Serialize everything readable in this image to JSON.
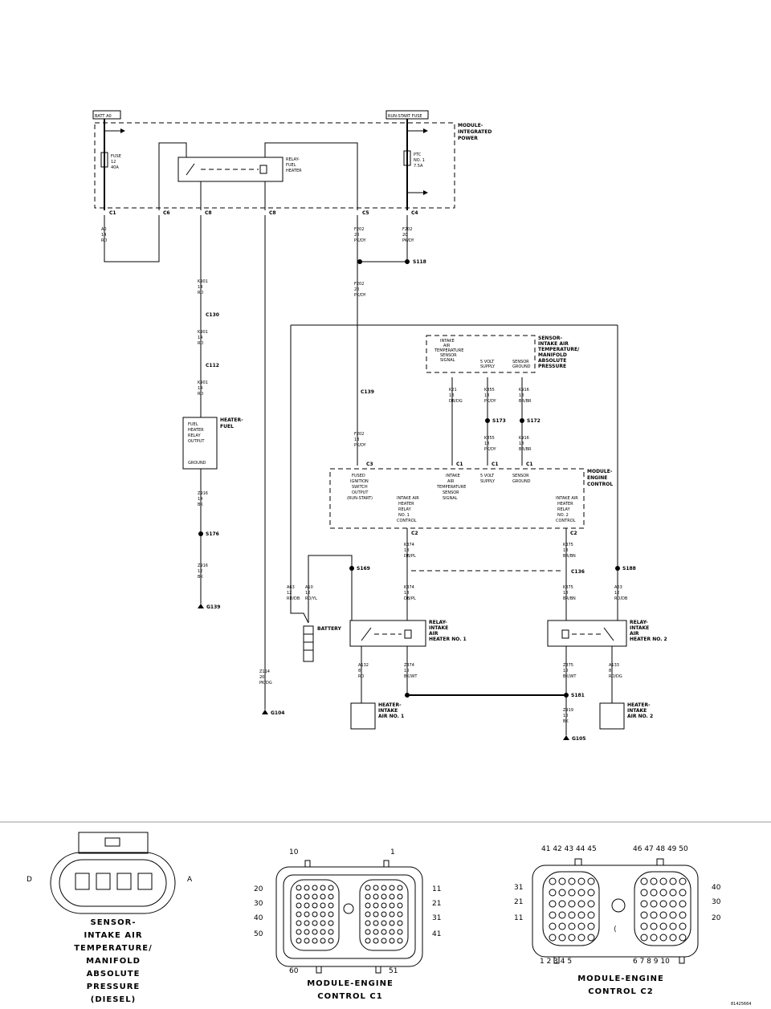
{
  "fuses": {
    "batt_a0": "BATT A0",
    "run_start": "RUN-START FUSE",
    "fuse12": [
      "FUSE",
      "12",
      "40A"
    ],
    "ptc1": [
      "PTC",
      "NO. 1",
      "7.5A"
    ]
  },
  "modules": {
    "integrated_power": [
      "MODULE-",
      "INTEGRATED",
      "POWER"
    ],
    "relay_fuel_heater": [
      "RELAY-",
      "FUEL",
      "HEATER"
    ],
    "heater_fuel": [
      "HEATER-",
      "FUEL"
    ],
    "heater_fuel_box": [
      "FUEL",
      "HEATER",
      "RELAY",
      "OUTPUT",
      "",
      "GROUND"
    ],
    "sensor_iat": [
      "SENSOR-",
      "INTAKE AIR",
      "TEMPERATURE/",
      "MANIFOLD",
      "ABSOLUTE",
      "PRESSURE"
    ],
    "sensor_box": [
      "INTAKE",
      "AIR",
      "TEMPERATURE",
      "SENSOR",
      "SIGNAL"
    ],
    "sensor_box2": [
      "5 VOLT",
      "SUPPLY"
    ],
    "sensor_box3": [
      "SENSOR",
      "GROUND"
    ],
    "module_engine_control": [
      "MODULE-",
      "ENGINE",
      "CONTROL"
    ],
    "ecm_fused": [
      "FUSED",
      "IGNITION",
      "SWITCH",
      "OUTPUT",
      "(RUN-START)"
    ],
    "ecm_iat": [
      "INTAKE",
      "AIR",
      "TEMPERATURE",
      "SENSOR",
      "SIGNAL"
    ],
    "ecm_5v": [
      "5 VOLT",
      "SUPPLY"
    ],
    "ecm_gnd": [
      "SENSOR",
      "GROUND"
    ],
    "ecm_relay1": [
      "INTAKE AIR",
      "HEATER",
      "RELAY",
      "NO. 1",
      "CONTROL"
    ],
    "ecm_relay2": [
      "INTAKE AIR",
      "HEATER",
      "RELAY",
      "NO. 2",
      "CONTROL"
    ],
    "battery": "BATTERY",
    "relay_iah1": [
      "RELAY-",
      "INTAKE",
      "AIR",
      "HEATER NO. 1"
    ],
    "relay_iah2": [
      "RELAY-",
      "INTAKE",
      "AIR",
      "HEATER NO. 2"
    ],
    "heater_iah1": [
      "HEATER-",
      "INTAKE",
      "AIR NO. 1"
    ],
    "heater_iah2": [
      "HEATER-",
      "INTAKE",
      "AIR NO. 2"
    ]
  },
  "connectors": {
    "c1": "C1",
    "c6": "C6",
    "c8": "C8",
    "c5": "C5",
    "c4": "C4",
    "c3": "C3",
    "c130": "C130",
    "c112": "C112",
    "c139": "C139",
    "c136": "C136",
    "s118": "S118",
    "s176": "S176",
    "s173": "S173",
    "s172": "S172",
    "s169": "S169",
    "s188": "S188",
    "s181": "S181",
    "g139": "G139",
    "g104": "G104",
    "g105": "G105"
  },
  "wires": {
    "a0": [
      "A0",
      "14",
      "RD"
    ],
    "f202a": [
      "F202",
      "20",
      "PK/DY"
    ],
    "f202b": [
      "F202",
      "20",
      "PK/DY"
    ],
    "f202c": [
      "F202",
      "20",
      "PK/DY"
    ],
    "f202d": [
      "F202",
      "18",
      "PK/DY"
    ],
    "k901a": [
      "K901",
      "14",
      "RD"
    ],
    "k901b": [
      "K901",
      "14",
      "RD"
    ],
    "k901c": [
      "K901",
      "14",
      "RD"
    ],
    "z916a": [
      "Z916",
      "14",
      "BK"
    ],
    "z916b": [
      "Z916",
      "12",
      "BK"
    ],
    "k21": [
      "K21",
      "18",
      "DB/DG"
    ],
    "k855": [
      "K855",
      "18",
      "PK/DY"
    ],
    "k855b": [
      "K855",
      "18",
      "PK/DY"
    ],
    "k916": [
      "K916",
      "18",
      "BR/BR"
    ],
    "k916b": [
      "K916",
      "18",
      "BR/BR"
    ],
    "k374": [
      "K374",
      "18",
      "DB/PL"
    ],
    "k374b": [
      "K374",
      "18",
      "DB/PL"
    ],
    "k375": [
      "K375",
      "18",
      "BR/BN"
    ],
    "k375b": [
      "K375",
      "18",
      "BR/BN"
    ],
    "a6x3": [
      "A63",
      "12",
      "RD/DB"
    ],
    "a6x3b": [
      "A63",
      "12",
      "RD/DB"
    ],
    "a10": [
      "A10",
      "12",
      "RD/YL"
    ],
    "a1s2": [
      "A132",
      "8",
      "RD"
    ],
    "z374": [
      "Z374",
      "10",
      "BK/WT"
    ],
    "z375": [
      "Z375",
      "10",
      "BK/WT"
    ],
    "a1s3": [
      "A133",
      "8",
      "RD/DG"
    ],
    "z114": [
      "Z114",
      "20",
      "PK/DG"
    ],
    "z919": [
      "Z919",
      "10",
      "BK"
    ]
  },
  "bottom": {
    "sensor_title": [
      "SENSOR-",
      "INTAKE AIR",
      "TEMPERATURE/",
      "MANIFOLD",
      "ABSOLUTE",
      "PRESSURE",
      "(DIESEL)"
    ],
    "sensor_pins": {
      "left": "D",
      "right": "A"
    },
    "c1_title": [
      "MODULE-ENGINE",
      "CONTROL C1"
    ],
    "c1_pins": {
      "top_left": "10",
      "top_right": "1",
      "left": [
        "20",
        "30",
        "40",
        "50"
      ],
      "right": [
        "11",
        "21",
        "31",
        "41"
      ],
      "bottom_left": "60",
      "bottom_right": "51"
    },
    "c2_title": [
      "MODULE-ENGINE",
      "CONTROL C2"
    ],
    "c2_pins": {
      "top_left": "41 42 43 44 45",
      "top_right": "46 47 48 49 50",
      "left": [
        "31",
        "21",
        "11"
      ],
      "right": [
        "40",
        "30",
        "20"
      ],
      "bottom_left": "1  2  3  4  5",
      "bottom_right": "6  7  8  9  10"
    },
    "figure_id": "81425664"
  }
}
